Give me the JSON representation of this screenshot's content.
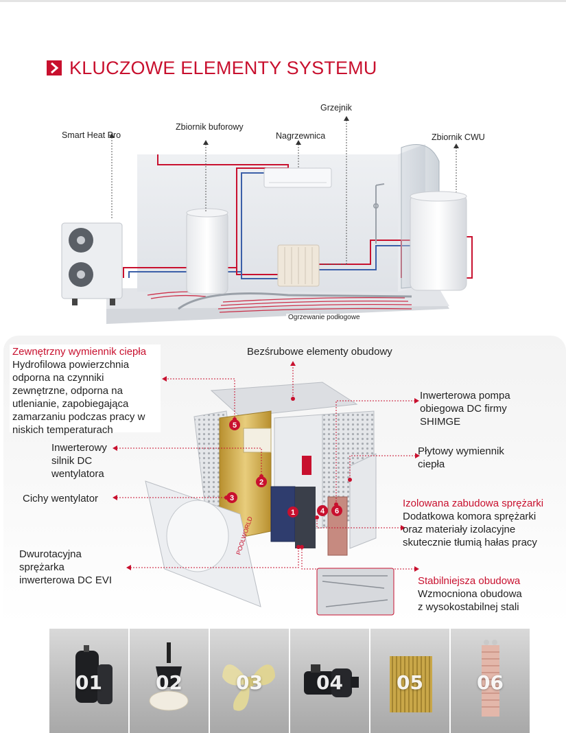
{
  "heading": "KLUCZOWE ELEMENTY SYSTEMU",
  "system": {
    "labels": {
      "smart_heat_pro": "Smart Heat Pro",
      "buffer_tank": "Zbiornik buforowy",
      "fan_coil": "Nagrzewnica",
      "radiator": "Grzejnik",
      "dhw_tank": "Zbiornik CWU",
      "floor_heating": "Ogrzewanie podłogowe"
    }
  },
  "components": {
    "external_exchanger": {
      "title": "Zewnętrzny wymiennik ciepła",
      "lines": [
        "Hydrofilowa powierzchnia",
        "odporna na czynniki",
        "zewnętrzne, odporna na",
        "utlenianie, zapobiegająca",
        "zamarzaniu podczas pracy w",
        "niskich temperaturach"
      ]
    },
    "screwless": {
      "title": "Bezśrubowe elementy obudowy"
    },
    "pump": {
      "lines": [
        "Inwerterowa pompa",
        "obiegowa DC firmy",
        "SHIMGE"
      ]
    },
    "fan_motor": {
      "lines": [
        "Inwerterowy",
        "silnik DC",
        "wentylatora"
      ]
    },
    "plate_exchanger": {
      "lines": [
        "Płytowy wymiennik",
        "ciepła"
      ]
    },
    "fan": {
      "lines": [
        "Cichy wentylator"
      ]
    },
    "compressor_housing": {
      "title": "Izolowana zabudowa sprężarki",
      "lines": [
        "Dodatkowa komora sprężarki",
        "oraz materiały izolacyjne",
        "skutecznie tłumią hałas pracy"
      ]
    },
    "compressor": {
      "lines": [
        "Dwurotacyjna",
        "sprężarka",
        "inwerterowa DC EVI"
      ]
    },
    "casing": {
      "title": "Stabilniejsza obudowa",
      "lines": [
        "Wzmocniona obudowa",
        "z wysokostabilnej stali"
      ]
    }
  },
  "unit_markers": [
    "1",
    "2",
    "3",
    "4",
    "5",
    "6"
  ],
  "brand_on_unit": "POOLWORLD",
  "thumbnails": [
    {
      "number": "01",
      "icon": "compressor-icon"
    },
    {
      "number": "02",
      "icon": "fan-motor-icon"
    },
    {
      "number": "03",
      "icon": "fan-blade-icon"
    },
    {
      "number": "04",
      "icon": "pump-icon"
    },
    {
      "number": "05",
      "icon": "fin-exchanger-icon"
    },
    {
      "number": "06",
      "icon": "plate-exchanger-icon"
    }
  ],
  "colors": {
    "accent": "#c8102e",
    "pipe_red": "#c8102e",
    "pipe_blue": "#3b5fa8"
  }
}
